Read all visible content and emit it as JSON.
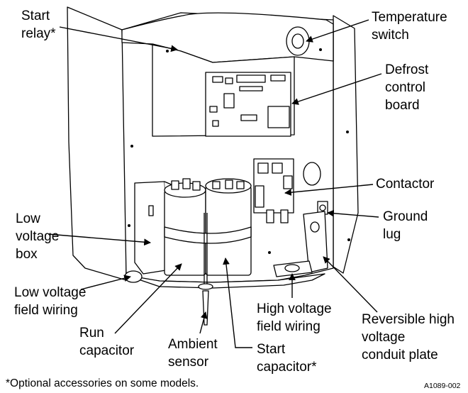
{
  "labels": {
    "start_relay": [
      "Start",
      "relay*"
    ],
    "temperature_switch": [
      "Temperature",
      "switch"
    ],
    "defrost_board": [
      "Defrost",
      "control",
      "board"
    ],
    "contactor": [
      "Contactor"
    ],
    "low_voltage_box": [
      "Low",
      "voltage",
      "box"
    ],
    "ground_lug": [
      "Ground",
      "lug"
    ],
    "low_voltage_field_wiring": [
      "Low voltage",
      "field wiring"
    ],
    "run_capacitor": [
      "Run",
      "capacitor"
    ],
    "ambient_sensor": [
      "Ambient",
      "sensor"
    ],
    "high_voltage_field_wiring": [
      "High voltage",
      "field wiring"
    ],
    "start_capacitor": [
      "Start",
      "capacitor*"
    ],
    "conduit_plate": [
      "Reversible high",
      "voltage",
      "conduit plate"
    ]
  },
  "footnote": "*Optional accessories on some models.",
  "figure_id": "A1089-002"
}
